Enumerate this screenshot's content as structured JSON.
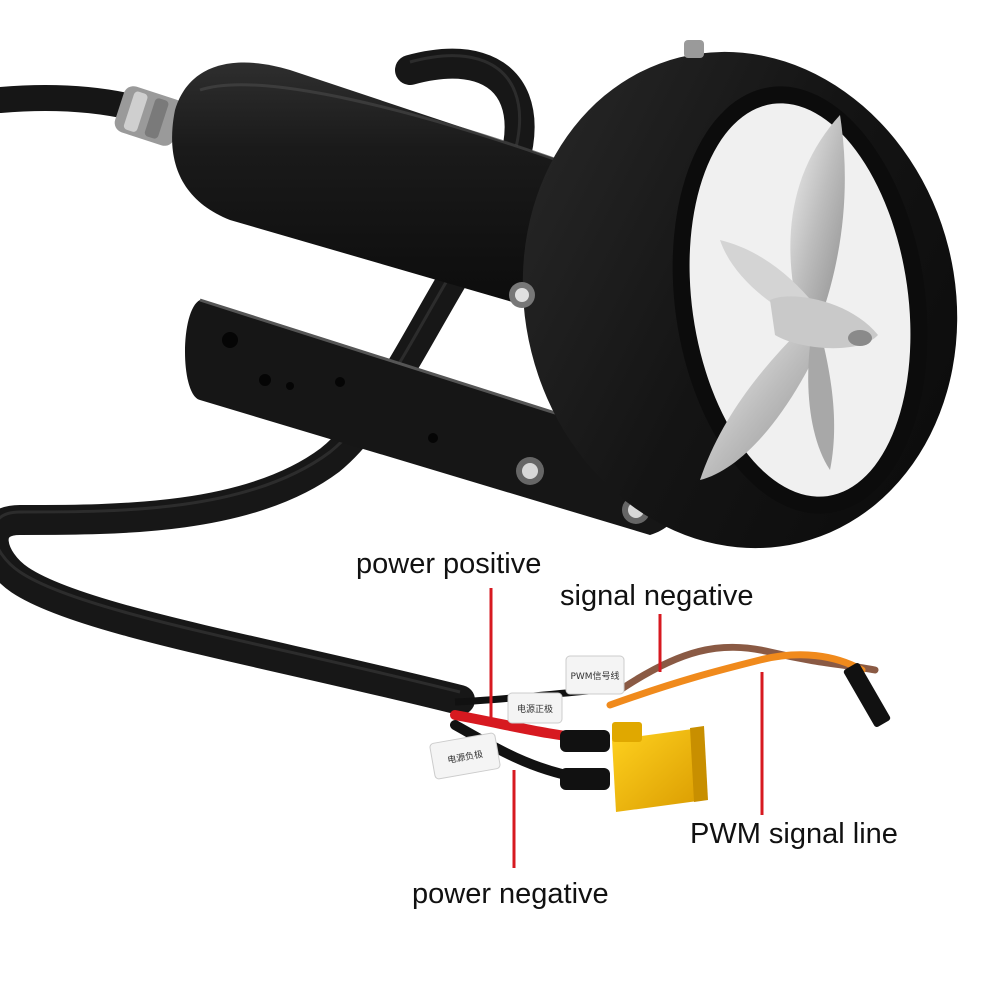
{
  "callouts": {
    "power_positive": "power positive",
    "signal_negative": "signal negative",
    "pwm_signal_line": "PWM signal line",
    "power_negative": "power negative"
  },
  "wire_tags": {
    "pwm_tag": "PWM信号线",
    "power_positive_tag": "电源正极",
    "power_negative_tag": "电源负极"
  },
  "colors": {
    "background": "#ffffff",
    "thruster_body": "#151515",
    "propeller": "#c8c8c8",
    "connector": "#f2b705",
    "leader_line": "#d71920",
    "wire_brown": "#8a5a44",
    "wire_orange": "#f08a1c",
    "wire_red": "#d71920"
  }
}
